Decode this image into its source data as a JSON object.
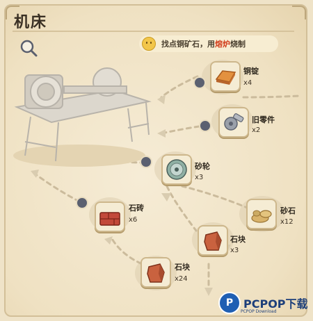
{
  "page": {
    "title": "机床"
  },
  "hint": {
    "prefix": "找点铜矿石，用",
    "highlight": "熔炉",
    "suffix": "烧制"
  },
  "items": [
    {
      "name": "铜锭",
      "qty": "x4",
      "icon": "copper-ingot-icon"
    },
    {
      "name": "旧零件",
      "qty": "x2",
      "icon": "old-parts-icon"
    },
    {
      "name": "砂轮",
      "qty": "x3",
      "icon": "grinding-wheel-icon"
    },
    {
      "name": "石砖",
      "qty": "x6",
      "icon": "stone-brick-icon"
    },
    {
      "name": "砂石",
      "qty": "x12",
      "icon": "gravel-icon"
    },
    {
      "name": "石块",
      "qty": "x3",
      "icon": "stone-block-icon"
    },
    {
      "name": "石块",
      "qty": "x24",
      "icon": "stone-block-icon"
    }
  ],
  "watermark": {
    "logo": "P",
    "text": "PCPOP下载",
    "sub": "PCPOP Download"
  },
  "colors": {
    "background": "#efe3c8",
    "node": "#5b6070",
    "highlight": "#d2401f",
    "path": "#c8b89a"
  }
}
